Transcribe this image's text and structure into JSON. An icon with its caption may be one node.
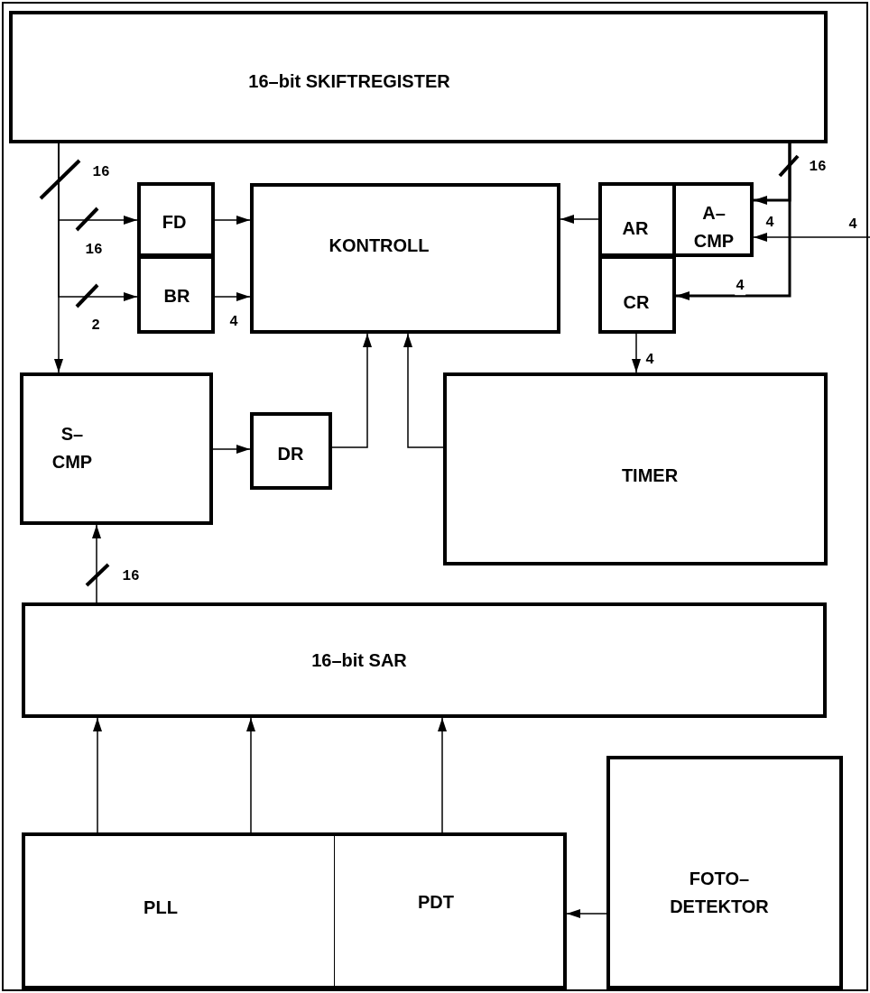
{
  "diagram": {
    "nodes": [
      {
        "text": [
          "16–bit SKIFTREGISTER"
        ]
      },
      {
        "text": [
          "FD"
        ]
      },
      {
        "text": [
          "BR"
        ]
      },
      {
        "text": [
          "KONTROLL"
        ]
      },
      {
        "text": [
          "AR"
        ]
      },
      {
        "text": [
          "A– CMP"
        ]
      },
      {
        "text": [
          "CR"
        ]
      },
      {
        "text": [
          "S– CMP"
        ]
      },
      {
        "text": [
          "DR"
        ]
      },
      {
        "text": [
          "TIMER"
        ]
      },
      {
        "text": [
          "16–bit SAR"
        ]
      },
      {
        "text": [
          "PLL"
        ]
      },
      {
        "text": [
          "PDT"
        ]
      },
      {
        "text": [
          "FOTO– DETEKTOR"
        ]
      }
    ],
    "edges": [
      {
        "from": 0,
        "to": 7,
        "arrow": "to",
        "label": "16"
      },
      {
        "from": 0,
        "to": 1,
        "arrow": "to",
        "label": "16"
      },
      {
        "from": 0,
        "to": 2,
        "arrow": "to",
        "label": "2"
      },
      {
        "from": 1,
        "to": 3,
        "arrow": "to"
      },
      {
        "from": 2,
        "to": 3,
        "arrow": "to",
        "label": "4"
      },
      {
        "from": 4,
        "to": 3,
        "arrow": "to"
      },
      {
        "from": 0,
        "to": 5,
        "arrow": "to",
        "label": "16"
      },
      {
        "from": 0,
        "to": 6,
        "arrow": "to",
        "label": "4"
      },
      {
        "from": null,
        "to": 5,
        "arrow": "to",
        "label": "4"
      },
      {
        "from": 6,
        "to": 9,
        "arrow": "to",
        "label": "4"
      },
      {
        "from": 7,
        "to": 8,
        "arrow": "to"
      },
      {
        "from": 8,
        "to": 3,
        "arrow": "to"
      },
      {
        "from": 9,
        "to": 3,
        "arrow": "to"
      },
      {
        "from": 10,
        "to": 7,
        "arrow": "to",
        "label": "16"
      },
      {
        "from": 11,
        "to": 10,
        "arrow": "to"
      },
      {
        "from": 11,
        "to": 10,
        "arrow": "to"
      },
      {
        "from": 12,
        "to": 10,
        "arrow": "to"
      },
      {
        "from": 13,
        "to": 12,
        "arrow": "to"
      }
    ],
    "labels": [
      "4"
    ]
  }
}
